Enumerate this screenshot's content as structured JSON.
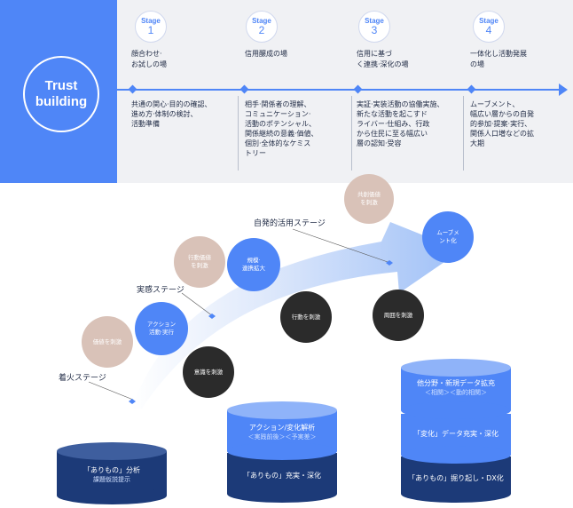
{
  "trust": {
    "line1": "Trust",
    "line2": "building"
  },
  "stages": [
    {
      "label": "Stage",
      "num": "1",
      "title": [
        "顔合わせ·",
        "お試しの場"
      ],
      "desc": [
        "共通の関心·目的の確認、",
        "進め方·体制の検討、",
        "活動準備"
      ]
    },
    {
      "label": "Stage",
      "num": "2",
      "title": [
        "信用醸成の場"
      ],
      "desc": [
        "相手·関係者の理解、",
        "コミュニケーション·",
        "活動のポテンシャル、",
        "関係継続の意義·価値、",
        "個別·全体的なケミス",
        "トリー"
      ]
    },
    {
      "label": "Stage",
      "num": "3",
      "title": [
        "信用に基づ",
        "く連携·深化の場"
      ],
      "desc": [
        "実証·実装活動の協働実施、",
        "新たな活動を起こすド",
        "ライバー·仕組み、行政",
        "から住民に至る幅広い",
        "層の認知·受容"
      ]
    },
    {
      "label": "Stage",
      "num": "4",
      "title": [
        "一体化し活動発展",
        "の場"
      ],
      "desc": [
        "ムーブメント、",
        "幅広い層からの自発",
        "的参加·提案·実行、",
        "関係人口増などの拡",
        "大期"
      ]
    }
  ],
  "phase_labels": {
    "ignition": "着火ステージ",
    "realization": "実感ステージ",
    "autonomous": "自発的活用ステージ"
  },
  "circles": {
    "c1": "価値を刺激",
    "c2": [
      "アクション",
      "活動·実行"
    ],
    "c3": [
      "行動価値",
      "を刺激"
    ],
    "c4": [
      "規模·",
      "連携拡大"
    ],
    "c5": [
      "共創価値",
      "を刺激"
    ],
    "c6": [
      "ムーブメ",
      "ント化"
    ],
    "c7": "意識を刺激",
    "c8": "行動を刺激",
    "c9": "周囲を刺激"
  },
  "cylinders": {
    "left": {
      "line1": "「ありもの」分析",
      "line2": "課題仮説提示"
    },
    "middle": {
      "top1": "アクション/変化解析",
      "top2": "＜実践前後＞＜予実差＞",
      "bottom": "「ありもの」充実・深化"
    },
    "right": {
      "top1": "他分野・新規データ拡充",
      "top2": "＜相関＞＜動的相関＞",
      "mid": "「変化」データ充実・深化",
      "bottom": "「ありもの」掘り起し・DX化"
    }
  },
  "colors": {
    "accent": "#4f86f7",
    "navy": "#1c3a78",
    "beige": "#d9c2b8",
    "dark": "#2b2b2b"
  }
}
